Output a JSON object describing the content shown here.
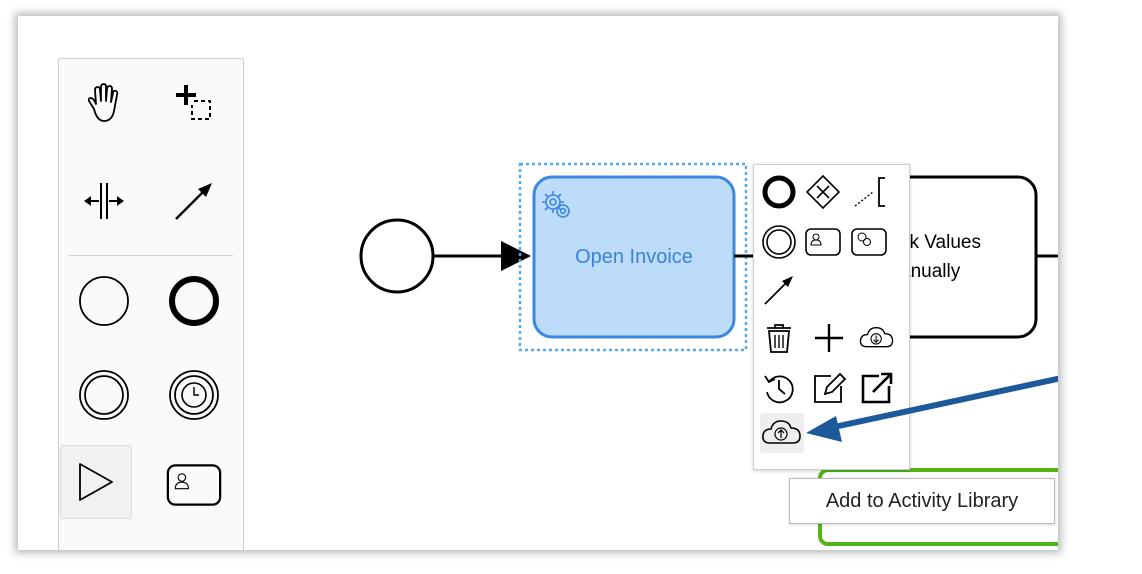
{
  "diagram": {
    "tasks": [
      {
        "label": "Open Invoice",
        "icon": "gear-icon",
        "selected": true
      },
      {
        "label_lines": [
          "ck Values",
          "anually"
        ]
      }
    ]
  },
  "palette": {
    "tools": [
      {
        "name": "hand-tool",
        "icon": "hand-icon"
      },
      {
        "name": "lasso-tool",
        "icon": "lasso-icon"
      },
      {
        "name": "space-tool",
        "icon": "space-tool-icon"
      },
      {
        "name": "connect-tool",
        "icon": "arrow-icon"
      },
      {
        "name": "create-start-event",
        "icon": "start-event-icon"
      },
      {
        "name": "create-end-event",
        "icon": "end-event-icon"
      },
      {
        "name": "create-intermediate-event",
        "icon": "intermediate-event-icon"
      },
      {
        "name": "create-timer-event",
        "icon": "timer-event-icon"
      },
      {
        "name": "create-subprocess",
        "icon": "play-icon"
      },
      {
        "name": "create-user-task",
        "icon": "user-task-icon"
      }
    ]
  },
  "context_pad": {
    "entries": [
      "append-end-event",
      "append-gateway",
      "append-text-annotation",
      "append-intermediate-event",
      "append-user-task",
      "append-service-task",
      "connect",
      "delete",
      "add",
      "cloud-download",
      "history",
      "edit",
      "open-external",
      "add-to-activity-library"
    ]
  },
  "tooltip": {
    "text": "Add to Activity Library"
  },
  "colors": {
    "task_fill": "#bcdcfa",
    "task_stroke": "#3a88df",
    "selection": "#55aaee",
    "arrow": "#1c5a9c",
    "green": "#52b415"
  }
}
